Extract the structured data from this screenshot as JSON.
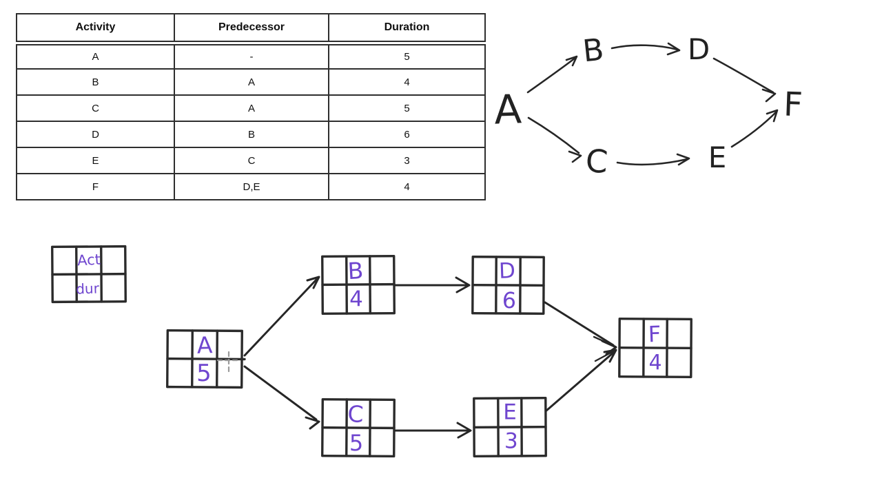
{
  "colors": {
    "background": "#ffffff",
    "ink": "#262626",
    "purple": "#6f46cf",
    "table_border": "#2e2e2e"
  },
  "activity_table": {
    "headers": [
      "Activity",
      "Predecessor",
      "Duration"
    ],
    "rows": [
      {
        "activity": "A",
        "predecessor": "-",
        "duration": "5"
      },
      {
        "activity": "B",
        "predecessor": "A",
        "duration": "4"
      },
      {
        "activity": "C",
        "predecessor": "A",
        "duration": "5"
      },
      {
        "activity": "D",
        "predecessor": "B",
        "duration": "6"
      },
      {
        "activity": "E",
        "predecessor": "C",
        "duration": "3"
      },
      {
        "activity": "F",
        "predecessor": "D,E",
        "duration": "4"
      }
    ]
  },
  "network_diagram": {
    "nodes": [
      {
        "label": "A"
      },
      {
        "label": "B"
      },
      {
        "label": "D"
      },
      {
        "label": "F"
      },
      {
        "label": "C"
      },
      {
        "label": "E"
      }
    ],
    "edges": [
      "A→B",
      "B→D",
      "D→F",
      "A→C",
      "C→E",
      "E→F"
    ]
  },
  "pert_diagram": {
    "legend": {
      "activity_label": "Act",
      "duration_label": "dur"
    },
    "nodes": [
      {
        "label": "A",
        "duration": "5"
      },
      {
        "label": "B",
        "duration": "4"
      },
      {
        "label": "D",
        "duration": "6"
      },
      {
        "label": "C",
        "duration": "5"
      },
      {
        "label": "E",
        "duration": "3"
      },
      {
        "label": "F",
        "duration": "4"
      }
    ],
    "edges": [
      "A→B",
      "A→C",
      "B→D",
      "C→E",
      "D→F",
      "E→F"
    ]
  }
}
